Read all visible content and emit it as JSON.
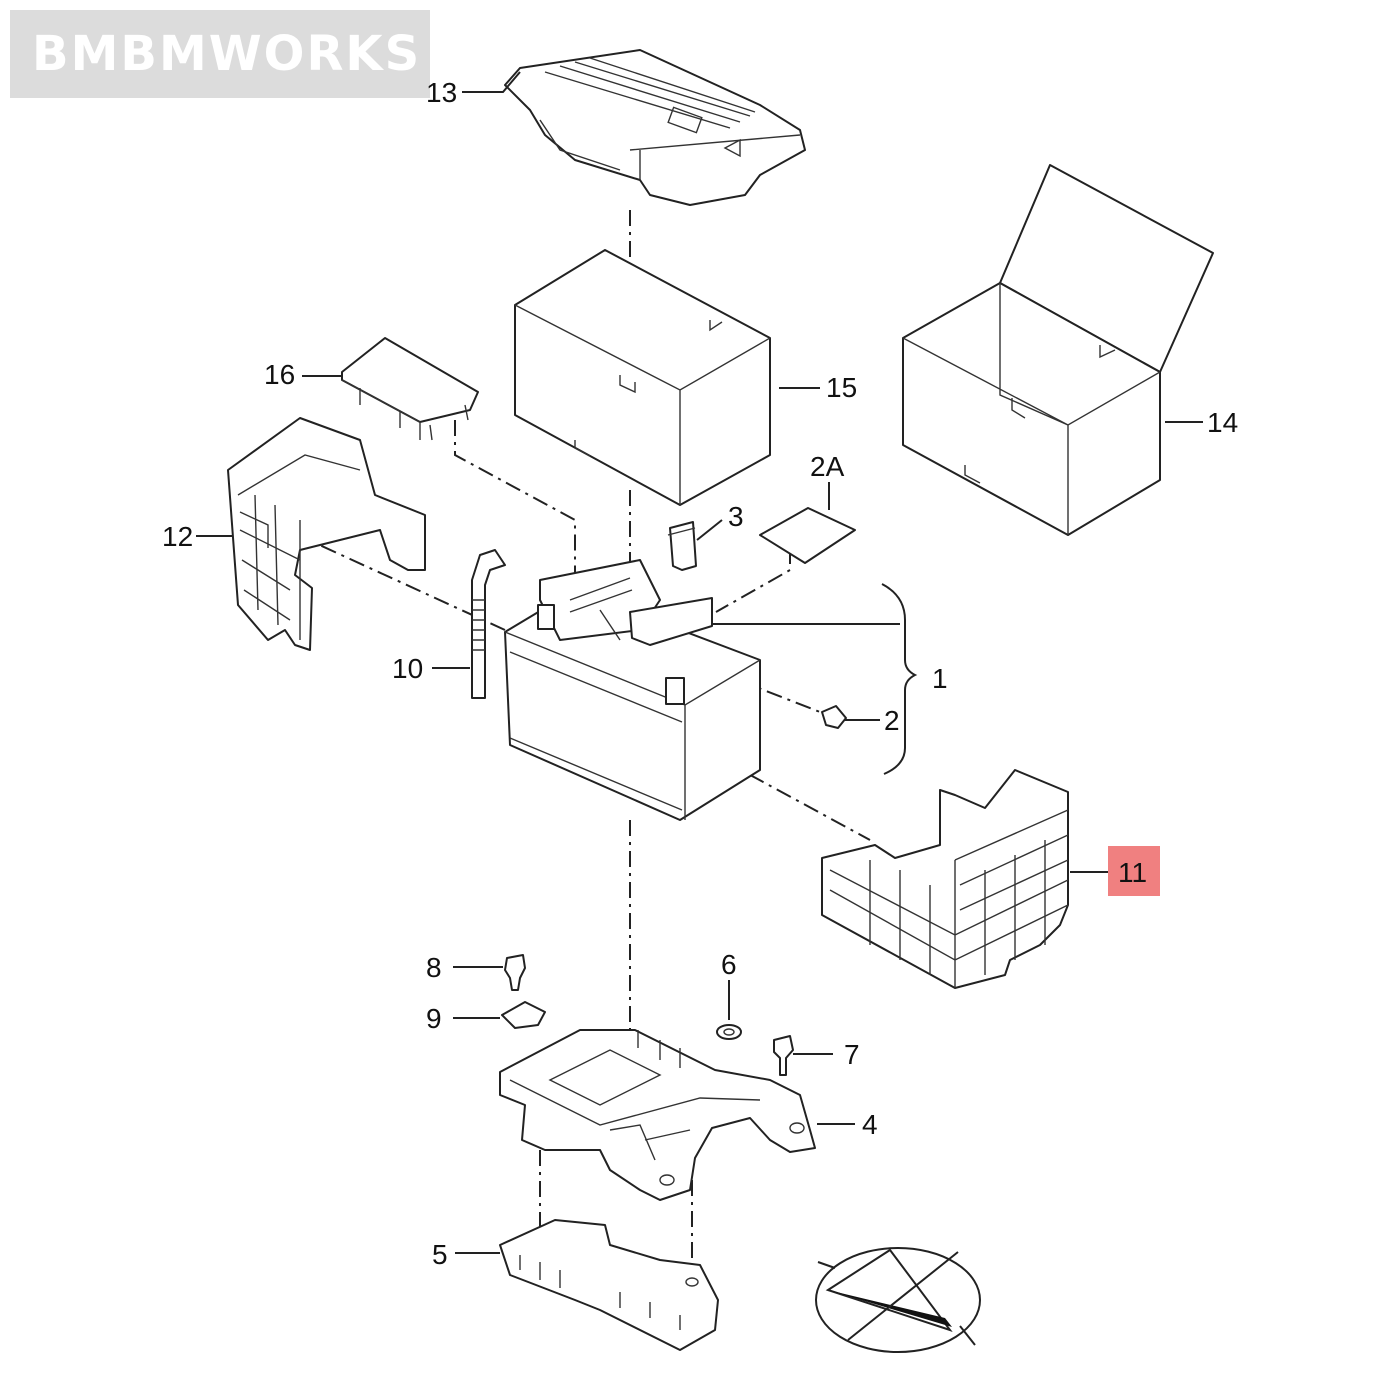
{
  "watermark": "BMBMWORKS",
  "highlight_color": "#f08080",
  "parts": [
    {
      "id": "13"
    },
    {
      "id": "15"
    },
    {
      "id": "14"
    },
    {
      "id": "16"
    },
    {
      "id": "12"
    },
    {
      "id": "2A"
    },
    {
      "id": "3"
    },
    {
      "id": "10"
    },
    {
      "id": "1"
    },
    {
      "id": "2"
    },
    {
      "id": "11",
      "highlighted": true
    },
    {
      "id": "8"
    },
    {
      "id": "6"
    },
    {
      "id": "9"
    },
    {
      "id": "7"
    },
    {
      "id": "4"
    },
    {
      "id": "5"
    }
  ],
  "icons": [
    "compass-orientation-icon"
  ]
}
